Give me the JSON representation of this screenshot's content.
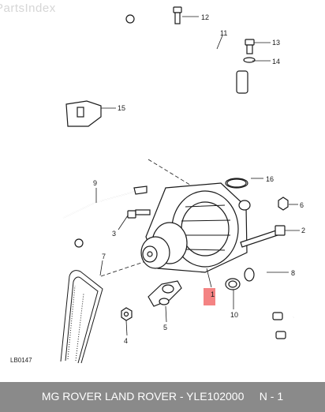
{
  "watermark": "PartsIndex",
  "diagram_code": "LB0147",
  "footer": {
    "text": "MG ROVER LAND ROVER - YLE102000     N - 1"
  },
  "callouts": {
    "n1": "1",
    "n2": "2",
    "n3": "3",
    "n4": "4",
    "n5": "5",
    "n6": "6",
    "n7": "7",
    "n8": "8",
    "n9": "9",
    "n10": "10",
    "n11": "11",
    "n12": "12",
    "n13": "13",
    "n14": "14",
    "n15": "15",
    "n16": "16"
  },
  "colors": {
    "footer_bg": "#8a8a8a",
    "highlight": "#f26d6d",
    "line": "#1a1a1a"
  }
}
